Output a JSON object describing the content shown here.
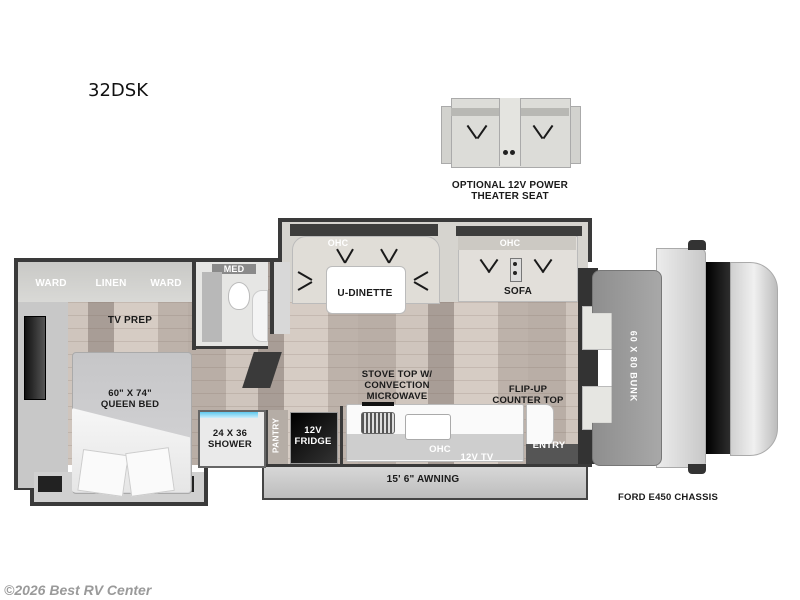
{
  "model": "32DSK",
  "optional": {
    "label_line1": "OPTIONAL 12V POWER",
    "label_line2": "THEATER SEAT"
  },
  "rooms": {
    "ward_left": "WARD",
    "linen": "LINEN",
    "ward_right": "WARD",
    "tv_prep": "TV PREP",
    "bed_line1": "60\" X 74\"",
    "bed_line2": "QUEEN BED",
    "med": "MED",
    "shower_line1": "24 X 36",
    "shower_line2": "SHOWER",
    "pantry": "PANTRY",
    "fridge_line1": "12V",
    "fridge_line2": "FRIDGE",
    "ohc_dinette": "OHC",
    "dinette": "U-DINETTE",
    "ohc_sofa": "OHC",
    "sofa": "SOFA",
    "stove_line1": "STOVE TOP W/",
    "stove_line2": "CONVECTION",
    "stove_line3": "MICROWAVE",
    "flip_line1": "FLIP-UP",
    "flip_line2": "COUNTER TOP",
    "ohc_galley": "OHC",
    "tv": "12V TV",
    "entry": "ENTRY",
    "awning": "15' 6\" AWNING",
    "bunk": "60 X 80 BUNK",
    "chassis": "FORD E450 CHASSIS"
  },
  "colors": {
    "wall": "#3a3a3a",
    "floor": "#bcb1a9",
    "cabinet": "#d5d3cf",
    "bunk": "#9e9e9e",
    "fridge": "#111111",
    "shower_water": "#5ec8ee"
  },
  "footer": {
    "copyright": "©2026 Best RV Center"
  }
}
